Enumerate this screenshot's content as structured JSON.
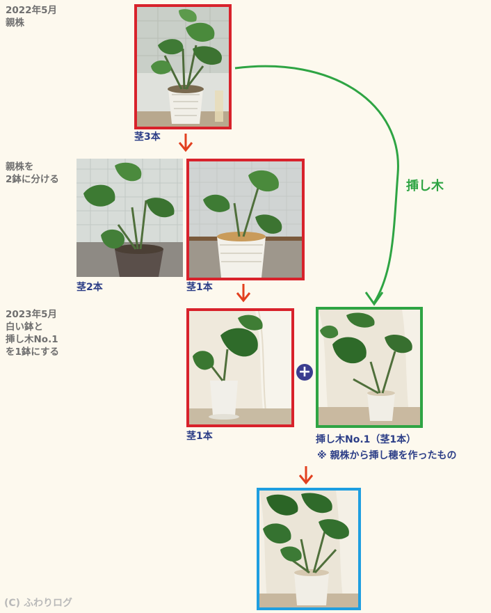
{
  "stages": {
    "stage1": {
      "label": "2022年5月\n親株"
    },
    "stage2": {
      "label": "親株を\n2鉢に分ける"
    },
    "stage3": {
      "label": "2023年5月\n白い鉢と\n挿し木No.1\nを1鉢にする"
    }
  },
  "photos": {
    "parent": {
      "caption": "茎3本",
      "frame_color": "#d8222b"
    },
    "split_left": {
      "caption": "茎2本"
    },
    "split_right": {
      "caption": "茎1本",
      "frame_color": "#d8222b"
    },
    "white_pot": {
      "caption": "茎1本",
      "frame_color": "#d8222b"
    },
    "cutting_no1": {
      "caption": "挿し木No.1（茎1本）",
      "note": "※ 親株から挿し穂を作ったもの",
      "frame_color": "#2ea443"
    },
    "final": {
      "frame_color": "#1e9ee0"
    }
  },
  "connectors": {
    "cutting_label": "挿し木",
    "plus_symbol": "+"
  },
  "colors": {
    "red_arrow": "#e2401f",
    "green_arrow": "#2ea443",
    "caption_blue": "#2c3e87",
    "background": "#fdf9ee"
  },
  "footer": {
    "copyright": "(C) ふわりログ"
  }
}
